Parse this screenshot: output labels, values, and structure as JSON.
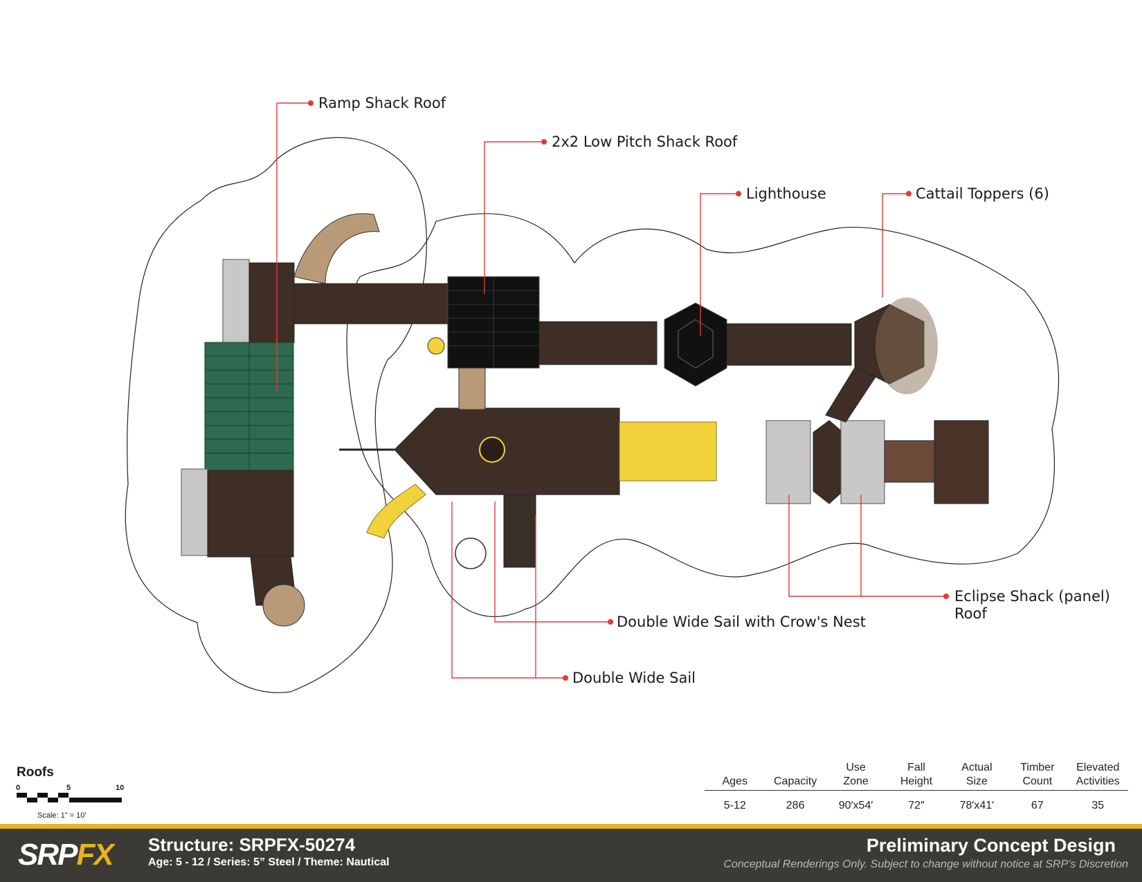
{
  "callouts": {
    "ramp_shack_roof": "Ramp Shack Roof",
    "low_pitch_shack_roof": "2x2 Low Pitch Shack Roof",
    "lighthouse": "Lighthouse",
    "cattail_toppers": "Cattail Toppers (6)",
    "eclipse_shack_line1": "Eclipse Shack (panel)",
    "eclipse_shack_line2": "Roof",
    "double_wide_sail_crows_nest": "Double Wide Sail with Crow's Nest",
    "double_wide_sail": "Double Wide Sail"
  },
  "scale": {
    "view_title": "Roofs",
    "tick_0": "0",
    "tick_5": "5",
    "tick_10": "10",
    "scale_text": "Scale: 1\" = 10'"
  },
  "specs": {
    "headers": [
      "Ages",
      "Capacity",
      "Use\nZone",
      "Fall\nHeight",
      "Actual\nSize",
      "Timber\nCount",
      "Elevated\nActivities"
    ],
    "values": [
      "5-12",
      "286",
      "90′x54′",
      "72″",
      "78′x41′",
      "67",
      "35"
    ]
  },
  "footer": {
    "logo_srp": "SRP",
    "logo_fx": "FX",
    "structure": "Structure: SRPFX-50274",
    "structure_sub": "Age: 5 - 12 / Series: 5” Steel / Theme: Nautical",
    "design_label": "Preliminary Concept Design",
    "disclaimer": "Conceptual Renderings Only. Subject to change without notice at SRP’s Discretion"
  },
  "colors": {
    "deck_brown": "#3f2e25",
    "roof_green": "#2d6a4f",
    "slide_tan": "#b99a78",
    "slide_yellow": "#f2d23a",
    "callout_red": "#e53935",
    "footer_dark": "#3c3a34",
    "accent_gold": "#e8b321"
  }
}
